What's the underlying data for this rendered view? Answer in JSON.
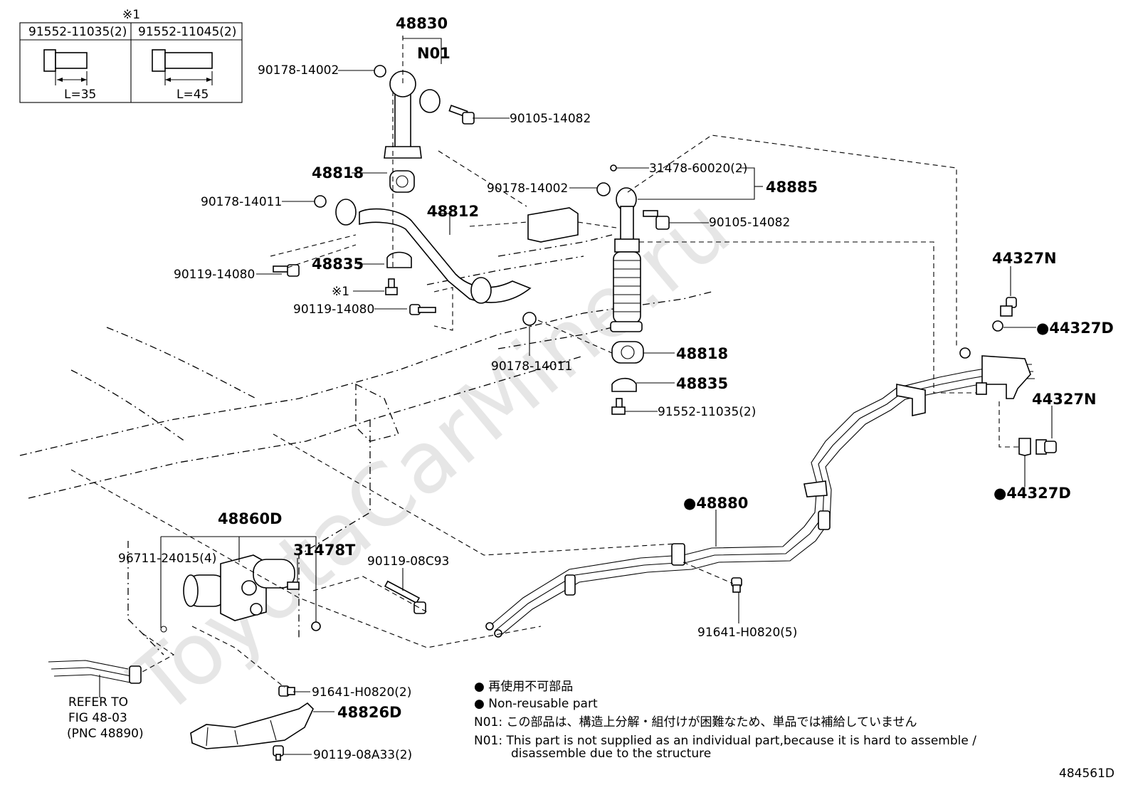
{
  "watermark": "ToyotaCarMine.ru",
  "figure_id": "484561D",
  "inset": {
    "mark": "※1",
    "left_part": "91552-11035(2)",
    "right_part": "91552-11045(2)",
    "left_length": "L=35",
    "right_length": "L=45"
  },
  "labels": {
    "p48830": "48830",
    "n01_label": "N01",
    "p90178_14002_a": "90178-14002",
    "p90105_14082_a": "90105-14082",
    "p48818_a": "48818",
    "p90178_14011_a": "90178-14011",
    "p48812": "48812",
    "p90178_14002_b": "90178-14002",
    "p31478_60020": "31478-60020(2)",
    "p48885": "48885",
    "p90105_14082_b": "90105-14082",
    "p48835_a": "48835",
    "p90119_14080_a": "90119-14080",
    "mark1": "※1",
    "p90119_14080_b": "90119-14080",
    "p90178_14011_b": "90178-14011",
    "p48818_b": "48818",
    "p48835_b": "48835",
    "p91552_11035": "91552-11035(2)",
    "p44327N_a": "44327N",
    "p44327D_a": "●44327D",
    "p44327N_b": "44327N",
    "p44327D_b": "●44327D",
    "p48880": "●48880",
    "p48860D": "48860D",
    "p96711": "96711-24015(4)",
    "p31478T": "31478T",
    "p90119_08C93": "90119-08C93",
    "p91641_H0820_5": "91641-H0820(5)",
    "p91641_H0820_2": "91641-H0820(2)",
    "p48826D": "48826D",
    "p90119_08A33": "90119-08A33(2)",
    "refer_1": "REFER TO",
    "refer_2": "FIG 48-03",
    "refer_3": "(PNC 48890)"
  },
  "legend": {
    "jp_nonreusable": "● 再使用不可部品",
    "en_nonreusable": "● Non-reusable part",
    "n01_jp": "N01: この部品は、構造上分解・組付けが困難なため、単品では補給していません",
    "n01_en_1": "N01: This part is not supplied as an individual part,because it is hard to assemble /",
    "n01_en_2": "disassemble due to the structure"
  }
}
